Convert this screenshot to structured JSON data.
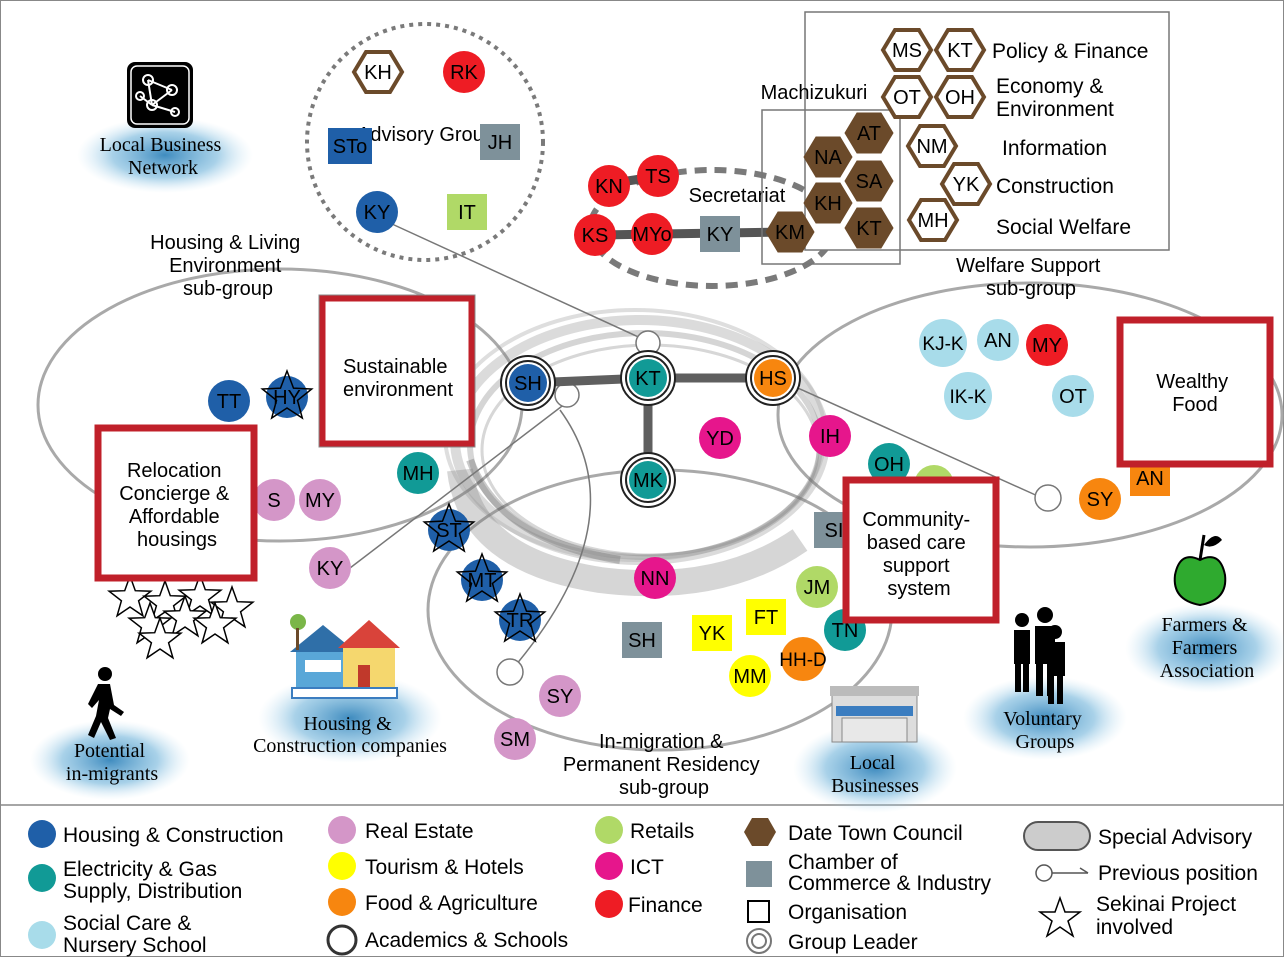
{
  "groups": {
    "advisory": "Advisory Group",
    "secretariat": "Secretariat",
    "machizukuri": "Machizukuri",
    "housing": [
      "Housing & Living",
      "Environment",
      "sub-group"
    ],
    "welfare": [
      "Welfare Support",
      "sub-group"
    ],
    "inmigration": [
      "In-migration &",
      "Permanent Residency",
      "sub-group"
    ]
  },
  "themes": {
    "sustainable": [
      "Sustainable",
      "environment"
    ],
    "relocation": [
      "Relocation",
      "Concierge &",
      "Affordable",
      "housings"
    ],
    "wealthy": [
      "Wealthy",
      "Food"
    ],
    "community": [
      "Community-",
      "based care",
      "support",
      "system"
    ]
  },
  "machizukuri_rows": [
    {
      "label": "Policy & Finance",
      "members": [
        "MS",
        "KT"
      ]
    },
    {
      "label": "Economy & Environment",
      "members": [
        "OT",
        "OH"
      ]
    },
    {
      "label": "Information",
      "members": [
        "NM"
      ]
    },
    {
      "label": "Construction",
      "members": [
        "YK"
      ]
    },
    {
      "label": "Social Welfare",
      "members": [
        "MH"
      ]
    }
  ],
  "machizukuri_core": [
    "AT",
    "NA",
    "SA",
    "KH",
    "KM",
    "KT"
  ],
  "advisory_members": [
    "KH",
    "RK",
    "STo",
    "JH",
    "KY",
    "IT"
  ],
  "secretariat_members": [
    "KN",
    "TS",
    "KS",
    "MYo",
    "KY"
  ],
  "leaders": [
    "SH",
    "KT",
    "HS",
    "MK"
  ],
  "nodes_housing": [
    "TT",
    "HY",
    "MH",
    "S",
    "MY",
    "KY",
    "ST",
    "MT",
    "TR"
  ],
  "nodes_center": [
    "YD",
    "IH",
    "NN"
  ],
  "nodes_welfare": [
    "KJ-K",
    "AN",
    "MY",
    "IK-K",
    "OT",
    "SY",
    "AN",
    "OH"
  ],
  "nodes_inmigration": [
    "SH",
    "SY",
    "SM",
    "YK",
    "FT",
    "MM",
    "HH-D",
    "JM",
    "TN",
    "SI"
  ],
  "stakeholders": {
    "local_business_network": [
      "Local Business",
      "Network"
    ],
    "potential_inmigrants": [
      "Potential",
      "in-migrants"
    ],
    "housing_companies": [
      "Housing &",
      "Construction companies"
    ],
    "local_businesses": [
      "Local",
      "Businesses"
    ],
    "voluntary_groups": [
      "Voluntary",
      "Groups"
    ],
    "farmers": [
      "Farmers &",
      "Farmers",
      "Association"
    ]
  },
  "legend": {
    "housing_construction": "Housing & Construction",
    "electricity": [
      "Electricity & Gas",
      "Supply, Distribution"
    ],
    "social_care": [
      "Social Care &",
      "Nursery School"
    ],
    "real_estate": "Real Estate",
    "tourism": "Tourism & Hotels",
    "food": "Food & Agriculture",
    "academics": "Academics & Schools",
    "retails": "Retails",
    "ict": "ICT",
    "finance": "Finance",
    "council": "Date Town Council",
    "chamber": [
      "Chamber of",
      "Commerce & Industry"
    ],
    "organisation": "Organisation",
    "group_leader": "Group Leader",
    "special_advisory": "Special Advisory",
    "previous_position": "Previous position",
    "sekinai": [
      "Sekinai Project",
      "involved"
    ]
  },
  "colors": {
    "housing_construction": "#1f5fa8",
    "electricity": "#119a96",
    "social_care": "#a8dcea",
    "real_estate": "#d496c8",
    "tourism": "#ffff00",
    "food": "#f7860f",
    "retails": "#b0d967",
    "ict": "#e6168c",
    "finance": "#ee1c24",
    "council": "#6b4a2a",
    "chamber": "#7e919a",
    "theme_border": "#c0202a"
  }
}
